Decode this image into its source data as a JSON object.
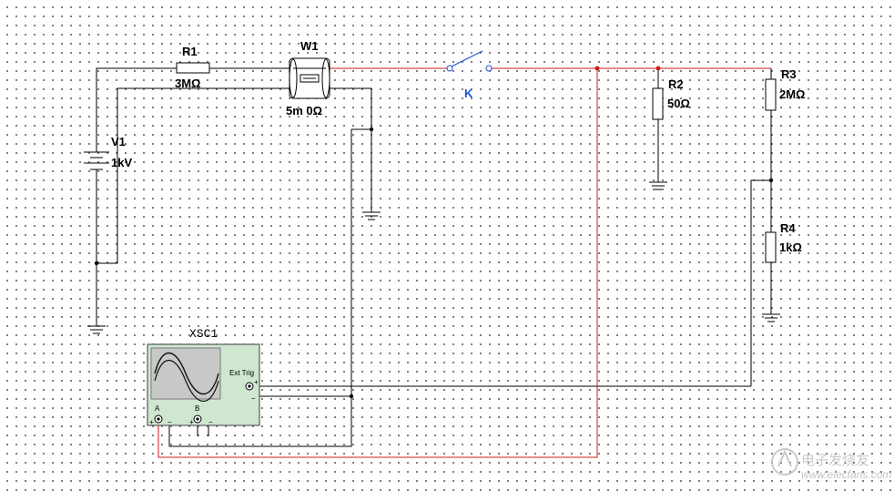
{
  "components": {
    "r1": {
      "name": "R1",
      "value": "3MΩ"
    },
    "w1": {
      "name": "W1",
      "value": "5m 0Ω"
    },
    "v1": {
      "name": "V1",
      "value": "1kV"
    },
    "k": {
      "name": "K"
    },
    "r2": {
      "name": "R2",
      "value": "50Ω"
    },
    "r3": {
      "name": "R3",
      "value": "2MΩ"
    },
    "r4": {
      "name": "R4",
      "value": "1kΩ"
    }
  },
  "oscilloscope": {
    "name": "XSC1",
    "ext_trig": "Ext Trig",
    "ext_plus": "+",
    "ext_minus": "−",
    "ch_a": "A",
    "ch_b": "B",
    "plus": "+",
    "minus": "−"
  },
  "watermark": {
    "site": "www.elecfans.com",
    "brand": "电子发烧友"
  },
  "colors": {
    "wire": "#000000",
    "wire_red": "#cc1a1a",
    "switch_blue": "#1a4fd6",
    "scope_body": "#cfe6d0",
    "scope_screen": "#c8c8c8"
  }
}
